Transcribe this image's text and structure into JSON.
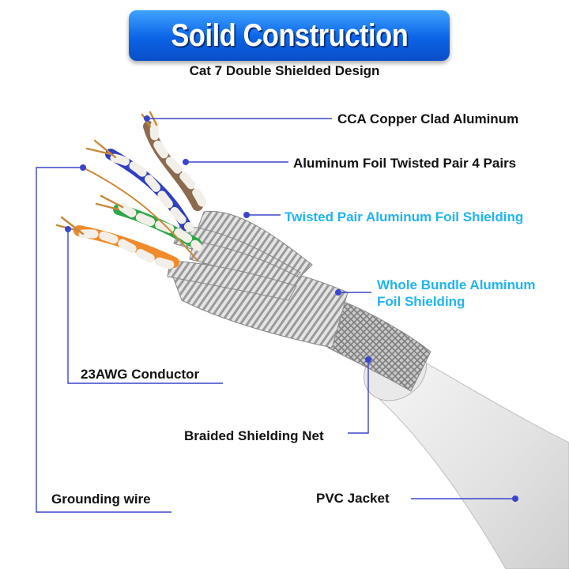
{
  "header": {
    "title": "Soild Construction",
    "subtitle": "Cat 7 Double Shielded Design"
  },
  "colors": {
    "banner": "#0b63e6",
    "leader_line": "#3b45c9",
    "highlight_label": "#1fb4ef",
    "pair_brown": "#8b6a4f",
    "pair_blue": "#2f3fbf",
    "pair_green": "#2fa64a",
    "pair_orange": "#f08a2a",
    "copper": "#c8893a"
  },
  "labels": {
    "cca": "CCA Copper Clad Aluminum",
    "foil_pairs": "Aluminum Foil Twisted Pair 4 Pairs",
    "pair_shield": "Twisted Pair Aluminum Foil Shielding",
    "bundle_shield_line1": "Whole Bundle Aluminum",
    "bundle_shield_line2": "Foil Shielding",
    "conductor": "23AWG Conductor",
    "braid": "Braided Shielding Net",
    "grounding": "Grounding wire",
    "jacket": "PVC Jacket"
  }
}
